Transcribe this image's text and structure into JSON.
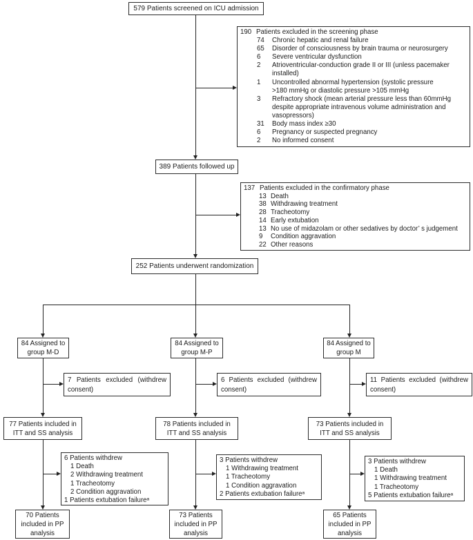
{
  "diagram": {
    "screened": "579 Patients screened on ICU admission",
    "followed": "389 Patients followed up",
    "randomized": "252 Patients underwent randomization",
    "excl_screening": {
      "num": "190",
      "title": "Patients excluded in the screening phase",
      "items": [
        {
          "num": "74",
          "text": "Chronic hepatic and renal failure"
        },
        {
          "num": "65",
          "text": "Disorder of consciousness by brain trauma or neurosurgery"
        },
        {
          "num": "6",
          "text": "Severe ventricular dysfunction"
        },
        {
          "num": "2",
          "text": "Atrioventricular-conduction grade II or III (unless pacemaker\ninstalled)"
        },
        {
          "num": "1",
          "text": "Uncontrolled abnormal hypertension (systolic pressure\n>180 mmHg or diastolic pressure >105 mmHg"
        },
        {
          "num": "3",
          "text": "Refractory shock (mean arterial pressure less than 60mmHg\ndespite appropriate intravenous volume administration and\nvasopressors)"
        },
        {
          "num": "31",
          "text": "Body mass index ≥30"
        },
        {
          "num": "6",
          "text": "Pregnancy or suspected pregnancy"
        },
        {
          "num": "2",
          "text": "No informed consent"
        }
      ]
    },
    "excl_confirmatory": {
      "num": "137",
      "title": "Patients excluded in the confirmatory phase",
      "items": [
        {
          "num": "13",
          "text": "Death"
        },
        {
          "num": "38",
          "text": "Withdrawing treatment"
        },
        {
          "num": "28",
          "text": "Tracheotomy"
        },
        {
          "num": "14",
          "text": "Early extubation"
        },
        {
          "num": "13",
          "text": "No use of midazolam or other sedatives by doctor’ s judgement"
        },
        {
          "num": "9",
          "text": "Condition aggravation"
        },
        {
          "num": "22",
          "text": "Other reasons"
        }
      ]
    },
    "arms": {
      "md": {
        "assigned": [
          "84 Assigned to",
          "group M-D"
        ],
        "excluded": "7 Patients excluded (withdrew consent)",
        "itt": [
          "77 Patients included in",
          "ITT and SS analysis"
        ],
        "withdrew": {
          "title": "6 Patients withdrew",
          "items": [
            "1 Death",
            "2 Withdrawing treatment",
            "1 Tracheotomy",
            "2 Condition aggravation"
          ],
          "footer": "1 Patients extubation failureᵃ"
        },
        "pp": [
          "70 Patients",
          "included in PP",
          "analysis"
        ]
      },
      "mp": {
        "assigned": [
          "84 Assigned to",
          "group M-P"
        ],
        "excluded": "6 Patients excluded (withdrew consent)",
        "itt": [
          "78 Patients included in",
          "ITT and SS analysis"
        ],
        "withdrew": {
          "title": "3 Patients withdrew",
          "items": [
            "1 Withdrawing treatment",
            "1 Tracheotomy",
            "1 Condition aggravation"
          ],
          "footer": "2 Patients extubation failureᵃ"
        },
        "pp": [
          "73 Patients",
          "included in PP",
          "analysis"
        ]
      },
      "m": {
        "assigned": [
          "84 Assigned to",
          "group M"
        ],
        "excluded": "11 Patients excluded (withdrew consent)",
        "itt": [
          "73 Patients included in",
          "ITT and SS analysis"
        ],
        "withdrew": {
          "title": "3 Patients withdrew",
          "items": [
            "1 Death",
            "1 Withdrawing treatment",
            "1 Tracheotomy"
          ],
          "footer": "5 Patients extubation failureᵃ"
        },
        "pp": [
          "65 Patients",
          "included in PP",
          "analysis"
        ]
      }
    }
  }
}
